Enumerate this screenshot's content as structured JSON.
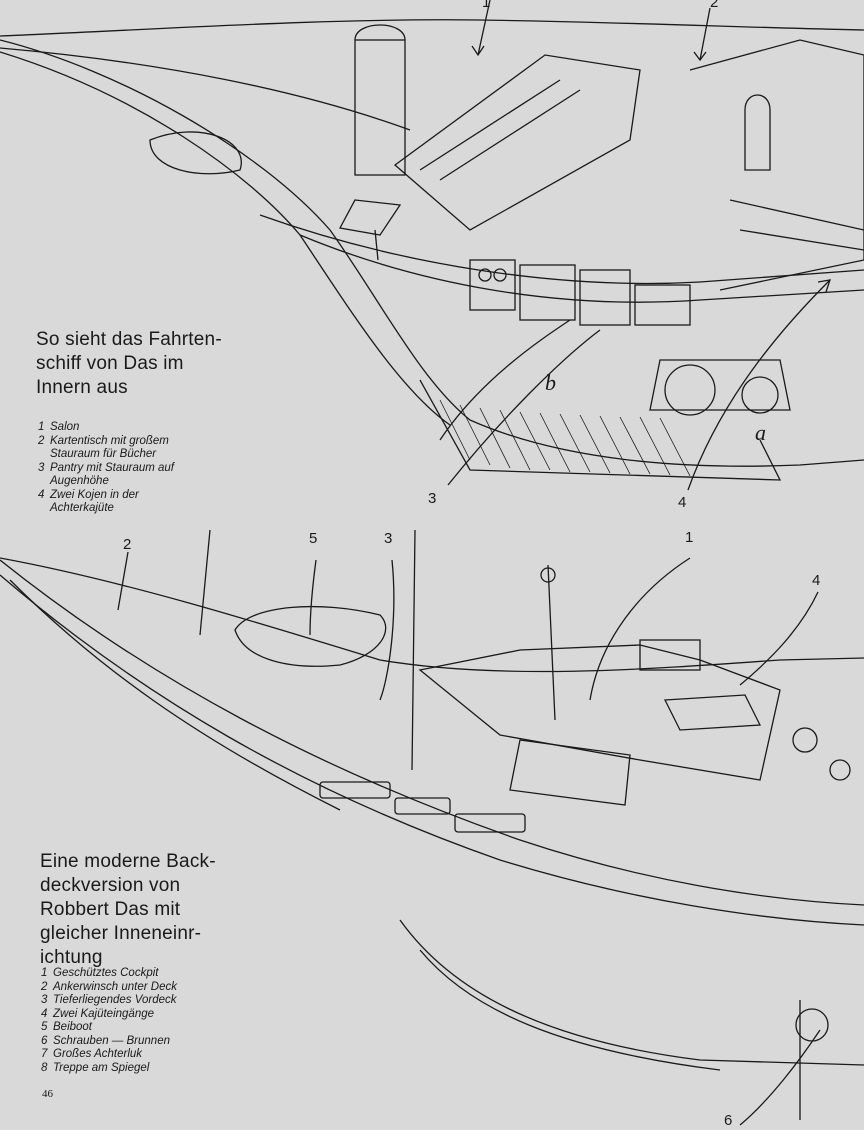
{
  "top_section": {
    "caption": "So sieht das Fahrten-\nschiff von Das im\nInnern aus",
    "legend": [
      {
        "num": "1",
        "text": "Salon"
      },
      {
        "num": "2",
        "text": "Kartentisch mit großem\nStauraum für Bücher"
      },
      {
        "num": "3",
        "text": "Pantry mit Stauraum auf\nAugenhöhe"
      },
      {
        "num": "4",
        "text": "Zwei Kojen in der\nAchterkajüte"
      }
    ],
    "callouts": {
      "c1": "1",
      "c2": "2",
      "c3": "3",
      "c4": "4"
    },
    "sketch_marks": {
      "b": "b",
      "a": "a"
    }
  },
  "bottom_section": {
    "caption": "Eine moderne Back-\ndeckversion von\nRobbert Das mit\ngleicher Inneneinr-\nichtung",
    "legend": [
      {
        "num": "1",
        "text": "Geschütztes Cockpit"
      },
      {
        "num": "2",
        "text": "Ankerwinsch unter Deck"
      },
      {
        "num": "3",
        "text": "Tieferliegendes Vordeck"
      },
      {
        "num": "4",
        "text": "Zwei Kajüteingänge"
      },
      {
        "num": "5",
        "text": "Beiboot"
      },
      {
        "num": "6",
        "text": "Schrauben — Brunnen"
      },
      {
        "num": "7",
        "text": "Großes Achterluk"
      },
      {
        "num": "8",
        "text": "Treppe am Spiegel"
      }
    ],
    "callouts": {
      "c1": "1",
      "c2": "2",
      "c3": "3",
      "c4": "4",
      "c5": "5",
      "c6": "6"
    }
  },
  "page_number": "46",
  "colors": {
    "background": "#d9d9d9",
    "ink": "#1a1a1a"
  }
}
